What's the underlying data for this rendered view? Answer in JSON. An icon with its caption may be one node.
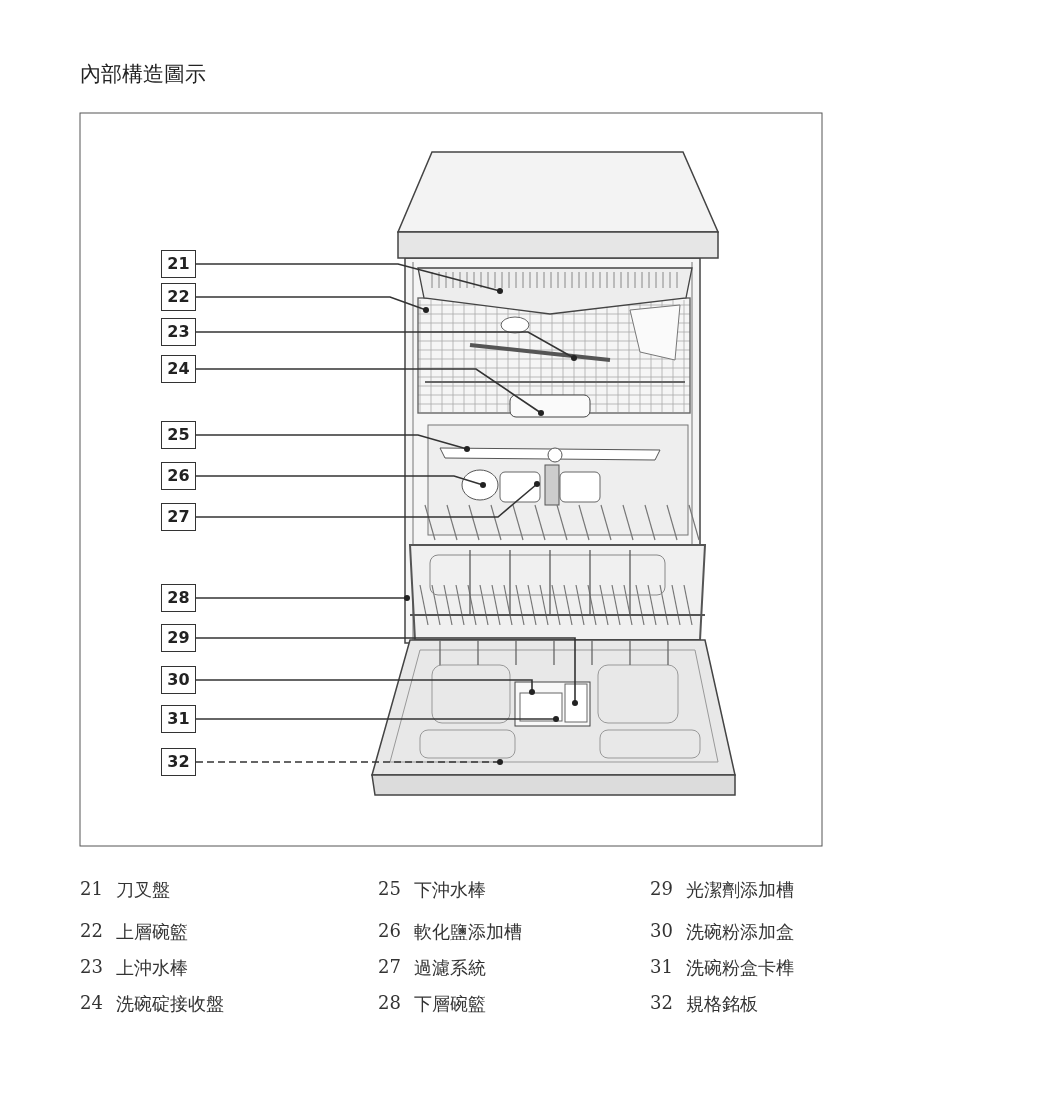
{
  "diagram": {
    "title": "內部構造圖示",
    "nodes": [
      {
        "text": [
          "21"
        ]
      },
      {
        "text": [
          "22"
        ]
      },
      {
        "text": [
          "23"
        ]
      },
      {
        "text": [
          "24"
        ]
      },
      {
        "text": [
          "25"
        ]
      },
      {
        "text": [
          "26"
        ]
      },
      {
        "text": [
          "27"
        ]
      },
      {
        "text": [
          "28"
        ]
      },
      {
        "text": [
          "29"
        ]
      },
      {
        "text": [
          "30"
        ]
      },
      {
        "text": [
          "31"
        ]
      },
      {
        "text": [
          "32"
        ]
      }
    ],
    "edges": [
      {
        "from": 0,
        "to": null,
        "arrow": "other"
      },
      {
        "from": 1,
        "to": null,
        "arrow": "other"
      },
      {
        "from": 2,
        "to": null,
        "arrow": "other"
      },
      {
        "from": 3,
        "to": null,
        "arrow": "other"
      },
      {
        "from": 4,
        "to": null,
        "arrow": "other"
      },
      {
        "from": 5,
        "to": null,
        "arrow": "other"
      },
      {
        "from": 6,
        "to": null,
        "arrow": "other"
      },
      {
        "from": 7,
        "to": null,
        "arrow": "other"
      },
      {
        "from": 8,
        "to": null,
        "arrow": "other"
      },
      {
        "from": 9,
        "to": null,
        "arrow": "other"
      },
      {
        "from": 10,
        "to": null,
        "arrow": "other"
      },
      {
        "from": 11,
        "to": null,
        "arrow": "other",
        "style": "dashed"
      }
    ],
    "labels": [
      "21",
      "刀叉盤",
      "25",
      "下沖水棒",
      "29",
      "光潔劑添加槽",
      "22",
      "上層碗籃",
      "26",
      "軟化鹽添加槽",
      "30",
      "洗碗粉添加盒",
      "23",
      "上沖水棒",
      "27",
      "過濾系統",
      "31",
      "洗碗粉盒卡榫",
      "24",
      "洗碗碇接收盤",
      "28",
      "下層碗籃",
      "32",
      "規格銘板"
    ]
  }
}
